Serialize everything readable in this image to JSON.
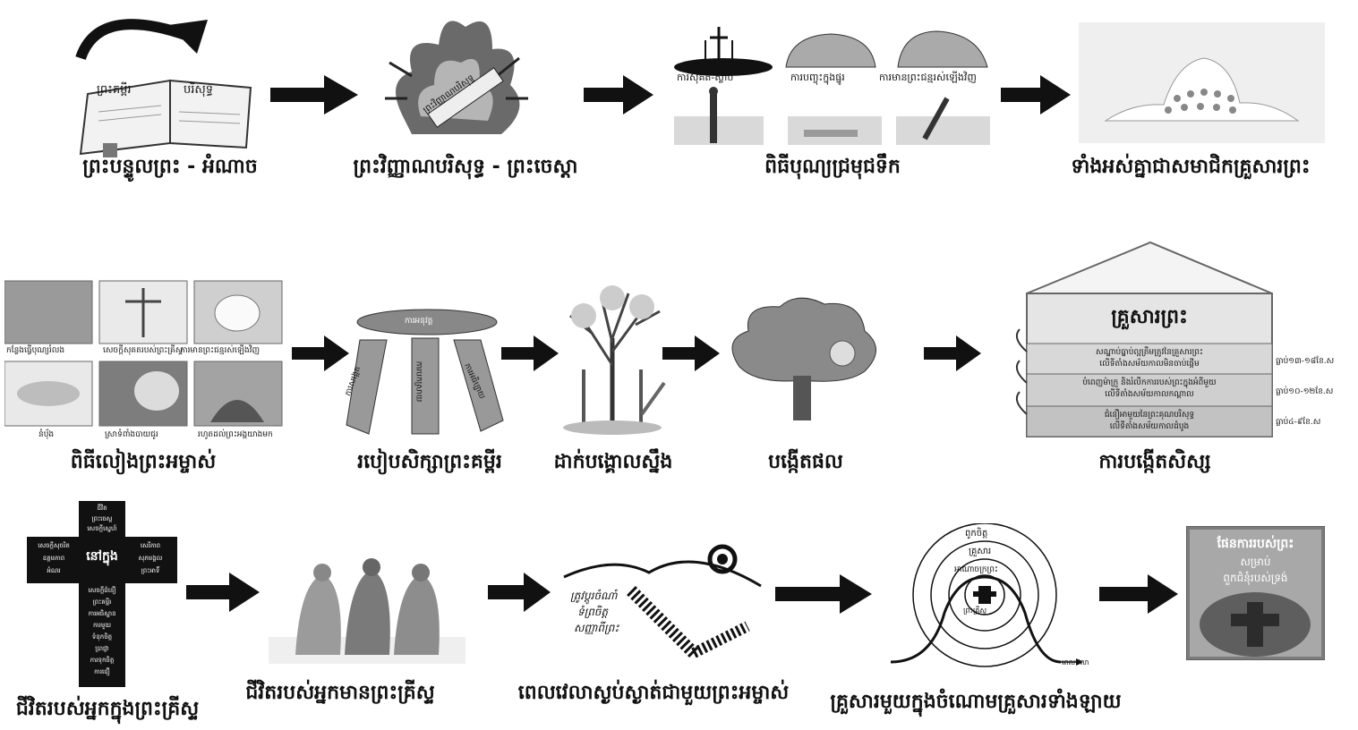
{
  "row1": {
    "step1": {
      "caption": "ព្រះបន្ទូលព្រះ - អំណាច",
      "book_left": "ព្រះគម្ពីរ",
      "book_right": "បរិសុទ្ធ"
    },
    "step2": {
      "caption": "ព្រះវិញ្ញាណបរិសុទ្ធ - ព្រះចេស្តា",
      "fire_label": "ព្រះវិញ្ញាណបរិសុទ្ធ"
    },
    "step3": {
      "caption": "ពិធីបុណ្យជ្រមុជទឹក",
      "labels": [
        "ការសុគត-ស្លាប់",
        "ការបញ្ចុះក្នុងផ្នូរ",
        "ការមានព្រះជន្មរស់ឡើងវិញ"
      ]
    },
    "step4": {
      "caption": "ទាំងអស់គ្នាជាសមាជិកគ្រួសារព្រះ"
    }
  },
  "row2": {
    "communion": {
      "caption": "ពិធីលៀងព្រះអម្ចាស់",
      "tiles": [
        "កន្លែងធ្វើបុណ្យរំលង",
        "សេចក្ដីសុគតរបស់ព្រះគ្រីស្ទ",
        "ការមានព្រះជន្មរស់ឡើងវិញ",
        "នំបុ័ង",
        "ស្រាទំពាំងបាយជូរ",
        "រហូតដល់ព្រះអង្គយាងមក"
      ]
    },
    "stool": {
      "caption": "របៀបសិក្សាព្រះគម្ពីរ",
      "seat": "ការអនុវត្ត",
      "legs": [
        "ការសង្កេត",
        "ការបកស្រាយ",
        "ការអធិប្បាយ"
      ]
    },
    "tree_roots": {
      "caption": "ដាក់បង្គោលស្នឹង"
    },
    "tree_fruit": {
      "caption": "បង្កើតផល"
    },
    "house": {
      "caption": "ការបង្កើតសិស្ស",
      "roof_title": "គ្រួសារព្រះ",
      "floors": [
        {
          "line1": "សណ្ឋាប់ធ្នាប់ល្អត្រឹមត្រូវនៃគ្រួសារព្រះ",
          "line2": "លើទីតាំងសម័យកាលមិនចាប់ផ្ដើម",
          "side": "ធ្លាប់១៣-១៨ខែ.ស"
        },
        {
          "line1": "បំពេញម៉ាក្រួ និងរំលឹកការរបស់ព្រះក្នុងអំពីមួយ",
          "line2": "លើទីតាំងសម័យកាលកណ្ដាល",
          "side": "ធ្លាប់១០-១២ខែ.ស"
        },
        {
          "line1": "ជំនឿអាមួយនៃព្រះគុណបរិសុទ្ធ",
          "line2": "លើទីតាំងសម័យកាលដំបូង",
          "side": "ធ្លាប់៤-៩ខែ.ស"
        }
      ]
    }
  },
  "row3": {
    "cross": {
      "caption": "ជីវិតរបស់អ្នកក្នុងព្រះគ្រីស្ទ",
      "center": "នៅក្នុង",
      "top": [
        "ជីវិត",
        "ព្រះចេស្ត",
        "សេចក្ដីស្នេហ៍"
      ],
      "left": [
        "សេចក្ដីសុចរិត",
        "ឧត្ដមភាព",
        "អំណរ"
      ],
      "right": [
        "សេរីភាព",
        "សុភមង្គល",
        "ព្រះអាទិ៍"
      ],
      "bottom": [
        "សេចក្ដីជំនឿ",
        "ព្រះគម្ពីរ",
        "ការអធិស្ឋាន",
        "ការមួយ",
        "ទំនុកចិត្ត",
        "ប្រាជ្ញា",
        "ការទុកចិត្ត",
        "ការជឿ"
      ]
    },
    "walkers": {
      "caption": "ជីវិតរបស់អ្នកមានព្រះគ្រីស្ទ"
    },
    "quiet_time": {
      "caption": "ពេលវេលាស្ងប់ស្ងាត់ជាមួយព្រះអម្ចាស់",
      "inner": [
        "ត្រូវប្ដូរចំណាំ",
        "ទំព្រចិត្ត",
        "សញ្ញាពីព្រះ"
      ]
    },
    "circles": {
      "caption": "គ្រួសារមួយក្នុងចំណោមគ្រួសារទាំងឡាយ",
      "rings": [
        "ពូកចិត្ត",
        "គ្រួសារ",
        "អាណាចក្រព្រះ",
        "ព្រះគ្រីស្ទ"
      ],
      "axis": "ពេលវេលា"
    },
    "book_cover": {
      "title": "ផែនការរបស់ព្រះ",
      "sub": "សម្រាប់",
      "sub2": "ពួកជំនុំរបស់ទ្រង់"
    }
  },
  "colors": {
    "ink": "#111111",
    "light_gray": "#d9d9d9",
    "mid_gray": "#9a9a9a",
    "dark_gray": "#555555"
  }
}
